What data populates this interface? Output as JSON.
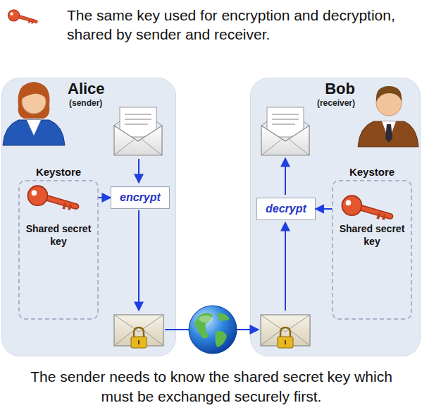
{
  "diagram": {
    "caption": "The sender needs to know the shared secret key which must be exchanged securely first.",
    "nodes": [
      {
        "text": [
          "Alice",
          "(sender)"
        ]
      },
      {
        "text": [
          "Keystore",
          "Shared secret key"
        ],
        "in": 0
      },
      {
        "text": [
          "encrypt"
        ],
        "in": 0
      },
      {
        "text": [
          "Bob",
          "(receiver)"
        ]
      },
      {
        "text": [
          "decrypt"
        ],
        "in": 3
      },
      {
        "text": [
          "Keystore",
          "Shared secret key"
        ],
        "in": 3
      }
    ],
    "edges": [
      {
        "from": 1,
        "to": 2,
        "arrow": "to"
      },
      {
        "from": 5,
        "to": 4,
        "arrow": "to"
      }
    ],
    "legend": [
      {
        "text": "The same key used for encryption and decryption, shared by sender and receiver."
      }
    ]
  }
}
